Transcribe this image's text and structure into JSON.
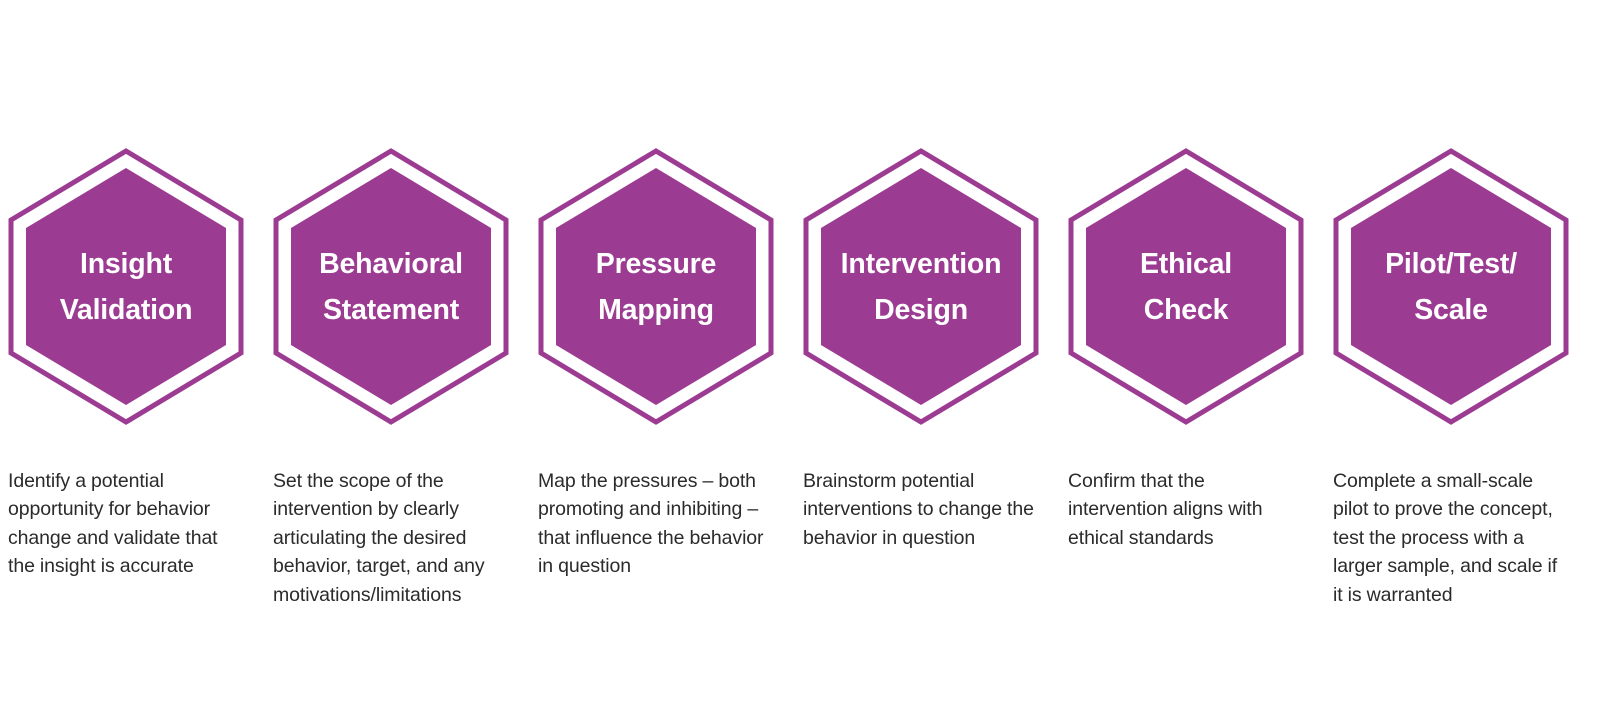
{
  "diagram": {
    "type": "process-flow",
    "orientation": "horizontal",
    "shape": "hexagon",
    "colors": {
      "hex_fill": "#9C3B92",
      "hex_outline": "#9C3B92",
      "hex_gap": "#FFFFFF",
      "hex_text": "#FFFFFF",
      "description_text": "#2B2B2B",
      "background": "#FFFFFF"
    },
    "steps": [
      {
        "index": 1,
        "title": "Insight\nValidation",
        "description": "Identify a potential opportunity for behavior change and validate that the insight is accurate"
      },
      {
        "index": 2,
        "title": "Behavioral\nStatement",
        "description": "Set the scope of the intervention by clearly articulating the desired behavior, target, and any motivations/limitations"
      },
      {
        "index": 3,
        "title": "Pressure\nMapping",
        "description": "Map the pressures – both promoting and inhibiting – that influence the behavior in question"
      },
      {
        "index": 4,
        "title": "Intervention\nDesign",
        "description": "Brainstorm potential interventions to change the behavior in question"
      },
      {
        "index": 5,
        "title": "Ethical\nCheck",
        "description": "Confirm that the intervention aligns with ethical standards"
      },
      {
        "index": 6,
        "title": "Pilot/Test/\nScale",
        "description": "Complete a small-scale pilot to prove the concept, test the process with a larger sample, and scale if it is warranted"
      }
    ]
  }
}
